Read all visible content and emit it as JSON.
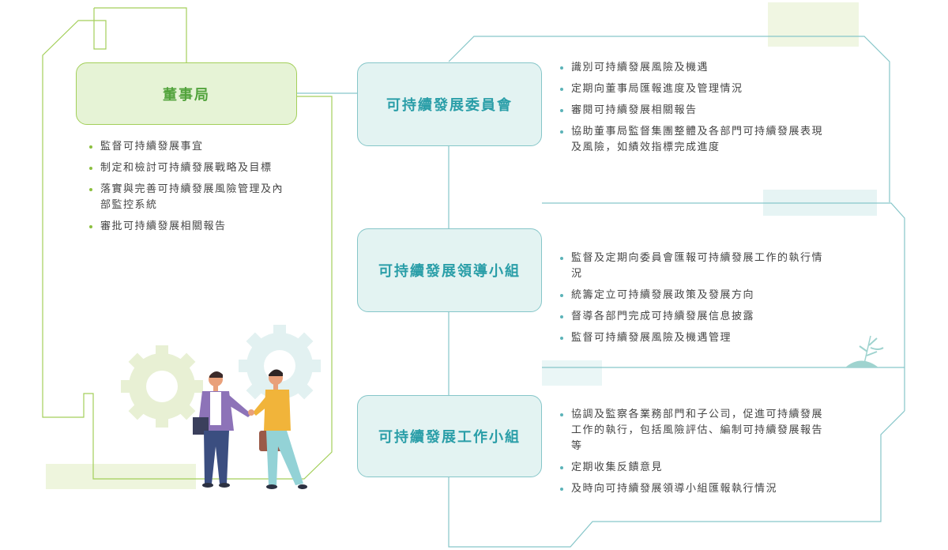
{
  "board": {
    "title": "董事局",
    "items": [
      "監督可持續發展事宜",
      "制定和檢討可持續發展戰略及目標",
      "落實與完善可持續發展風險管理及內部監控系統",
      "審批可持續發展相關報告"
    ]
  },
  "committee": {
    "title": "可持續發展委員會",
    "items": [
      "識別可持續發展風險及機遇",
      "定期向董事局匯報進度及管理情況",
      "審閱可持續發展相關報告",
      "協助董事局監督集團整體及各部門可持續發展表現及風險，如績效指標完成進度"
    ]
  },
  "leadership": {
    "title": "可持續發展領導小組",
    "items": [
      "監督及定期向委員會匯報可持續發展工作的執行情況",
      "統籌定立可持續發展政策及發展方向",
      "督導各部門完成可持續發展信息披露",
      "監督可持續發展風險及機遇管理"
    ]
  },
  "working": {
    "title": "可持續發展工作小組",
    "items": [
      "協調及監察各業務部門和子公司，促進可持續發展工作的執行，包括風險評估、編制可持續發展報告等",
      "定期收集反饋意見",
      "及時向可持續發展領導小組匯報執行情況"
    ]
  },
  "colors": {
    "green": "#a3cf5a",
    "teal": "#86c6c9",
    "gear_green": "#e8f0d4",
    "gear_teal": "#e2f1f1"
  }
}
